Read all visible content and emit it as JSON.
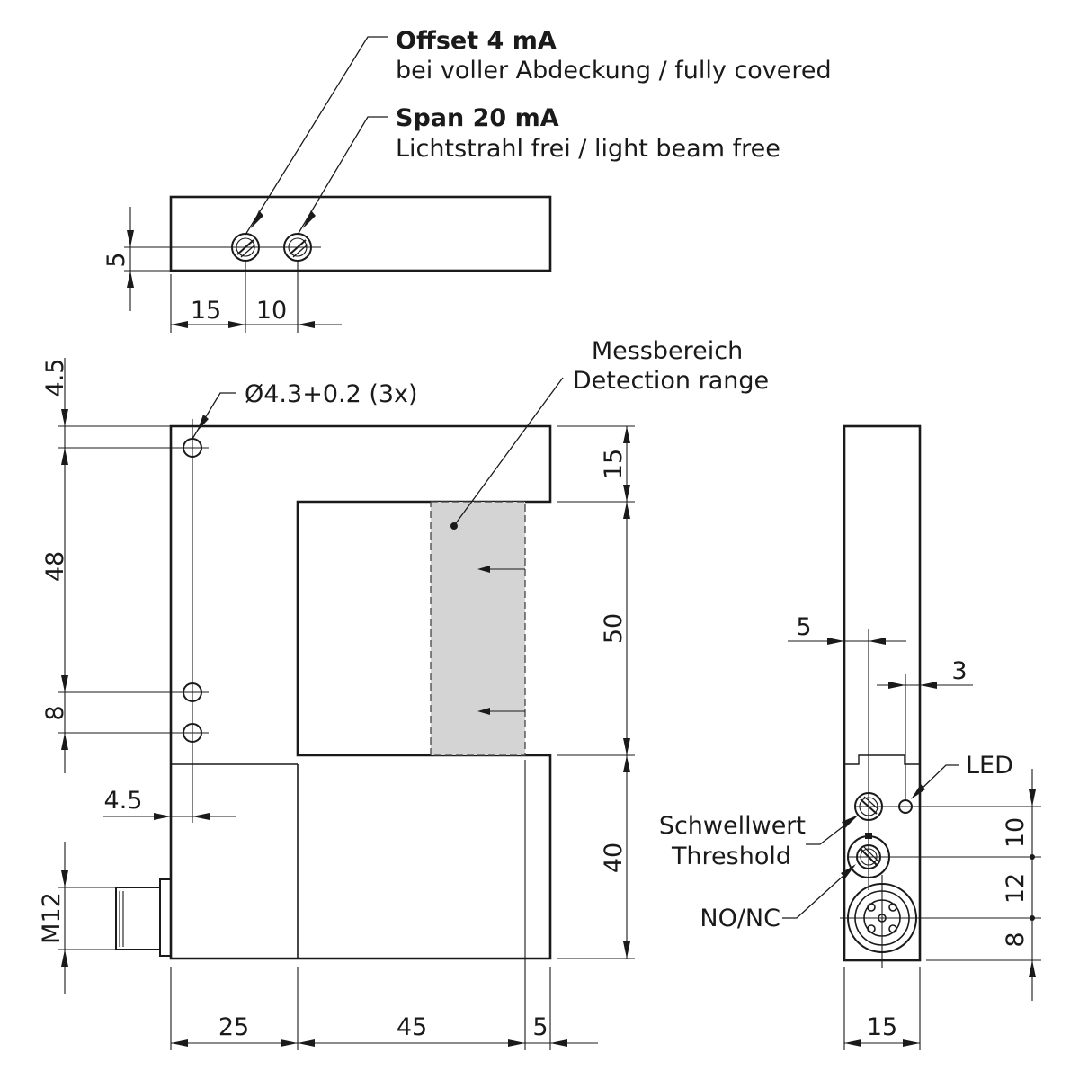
{
  "annotations": {
    "offset_title": "Offset 4 mA",
    "offset_sub": "bei voller Abdeckung / fully covered",
    "span_title": "Span 20 mA",
    "span_sub": "Lichtstrahl frei / light beam free",
    "range_de": "Messbereich",
    "range_en": "Detection range",
    "hole_spec": "Ø4.3+0.2 (3x)",
    "led": "LED",
    "threshold_de": "Schwellwert",
    "threshold_en": "Threshold",
    "nonc": "NO/NC"
  },
  "dimensions": {
    "top_height": "5",
    "top_offset_x1": "15",
    "top_offset_x2": "10",
    "hole_top": "4.5",
    "hole_spacing_upper": "48",
    "hole_spacing_lower": "8",
    "hole_inset": "4.5",
    "connector": "M12",
    "arm_top": "15",
    "gap": "50",
    "base": "40",
    "width_a": "25",
    "width_b": "45",
    "width_c": "5",
    "side_pot_inset": "5",
    "side_led_inset": "3",
    "side_led_y": "10",
    "side_nonc_y": "12",
    "side_conn_y": "8",
    "side_width": "15"
  }
}
